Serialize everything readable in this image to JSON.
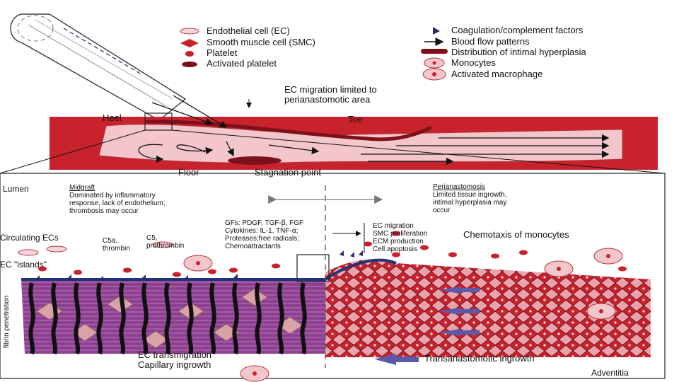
{
  "legend_left": [
    {
      "label": "Endothelial cell (EC)",
      "icon": "endothelial-cell-icon"
    },
    {
      "label": "Smooth muscle cell (SMC)",
      "icon": "smooth-muscle-cell-icon"
    },
    {
      "label": "Platelet",
      "icon": "platelet-icon"
    },
    {
      "label": "Activated platelet",
      "icon": "activated-platelet-icon"
    }
  ],
  "legend_right": [
    {
      "label": "Coagulation/complement factors",
      "icon": "coagulation-factor-icon"
    },
    {
      "label": "Blood flow patterns",
      "icon": "blood-flow-arrow-icon"
    },
    {
      "label": "Distribution of intimal hyperplasia",
      "icon": "intimal-hyperplasia-icon"
    },
    {
      "label": "Monocytes",
      "icon": "monocyte-icon"
    },
    {
      "label": "Activated macrophage",
      "icon": "activated-macrophage-icon"
    }
  ],
  "top": {
    "ec_migration": "EC migration limited to\nperianastomotic area",
    "heel": "Heel",
    "toe": "Toe",
    "floor": "Floor",
    "stagnation": "Stagnation point"
  },
  "bottom": {
    "lumen": "Lumen",
    "midgraft_title": "Midgraft",
    "midgraft_text": "Dominated by inflammatory\nresponse, lack of endothelium;\nthrombosis may occur",
    "peri_title": "Perianastomosis",
    "peri_text": "Limited tissue ingrowth,\nintimal hyperplasia may\noccur",
    "circulating_ecs": "Circulating ECs",
    "c5a": "C5a,\nthrombin",
    "c5": "C5,\nprothrombin",
    "factors": "GFs: PDGF, TGF-β, FGF\nCytokines: IL-1, TNF-α;\nProteases;free radicals;\nChemoattractants",
    "ec_events": "EC migration\nSMC proliferation\nECM production\nCell apoptosis",
    "chemotaxis": "Chemotaxis of monocytes",
    "ec_islands": "EC \"islands\"",
    "fibrin": "fibrin penetration",
    "ec_transmigration": "EC transmigration\nCapillary ingrowth",
    "transanastomotic": "Transanastomotic ingrowth",
    "adventitia": "Adventitia"
  },
  "colors": {
    "vessel_red": "#c8222d",
    "lumen_pink": "#f3c6cc",
    "wall_purple": "#8e3f91",
    "cell_red": "#cc2233",
    "flow_arrow": "#111111",
    "blue_arrow": "#5a5aa8"
  }
}
